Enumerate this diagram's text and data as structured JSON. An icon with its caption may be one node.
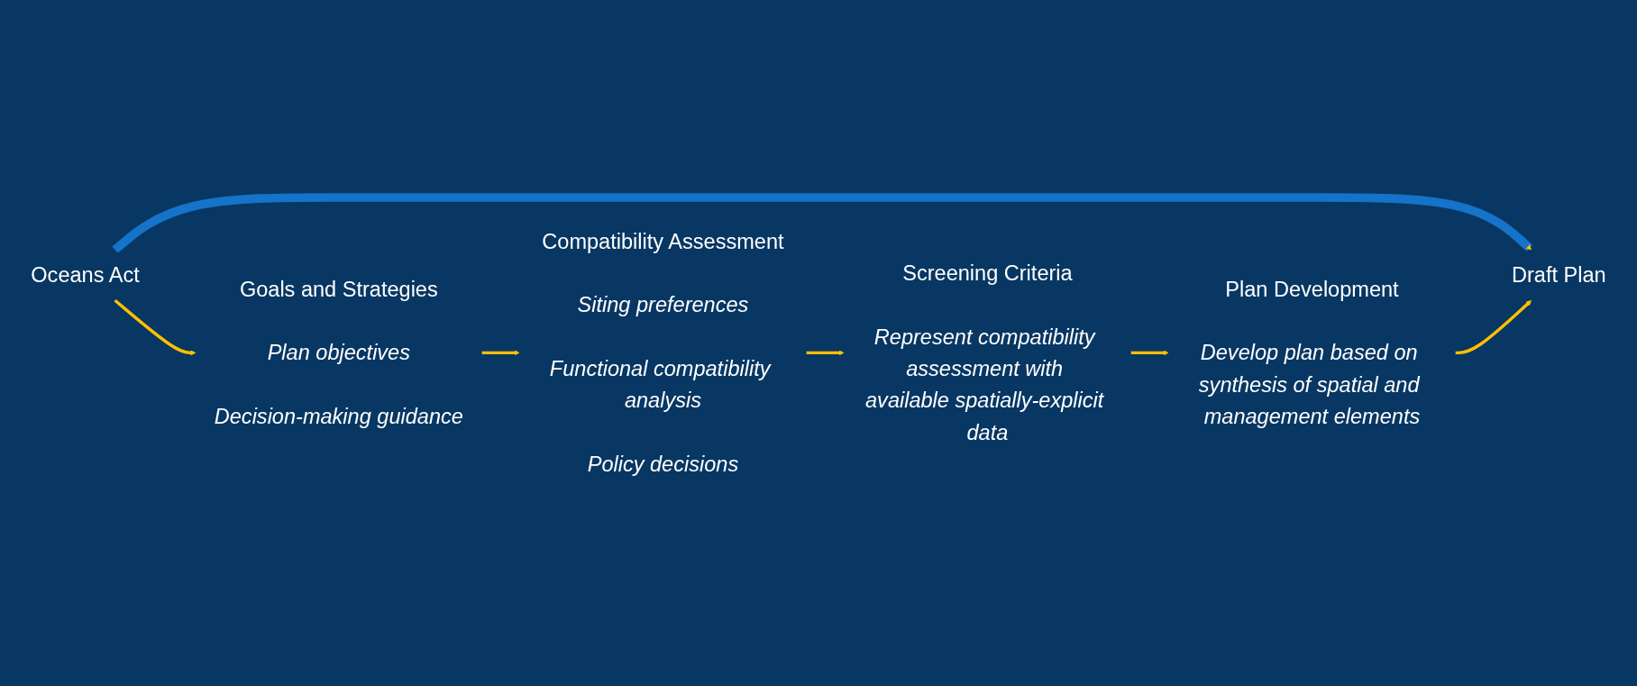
{
  "diagram": {
    "nodes": [
      {
        "text": [
          "Oceans Act"
        ]
      },
      {
        "text": [
          "Draft Plan"
        ]
      },
      {
        "text": [
          "Goals and Strategies"
        ],
        "beside": [
          "Plan objectives",
          "Decision-making guidance"
        ]
      },
      {
        "text": [
          "Compatibility Assessment"
        ],
        "beside": [
          "Siting preferences",
          "Functional compatibility analysis",
          "Policy decisions"
        ]
      },
      {
        "text": [
          "Screening Criteria"
        ],
        "beside": [
          "Represent compatibility assessment with available spatially-explicit data"
        ]
      },
      {
        "text": [
          "Plan Development"
        ],
        "beside": [
          "Develop plan based on synthesis of spatial and management elements"
        ]
      }
    ],
    "edges": [
      {
        "from": 0,
        "to": 1,
        "arrow": "to",
        "style": "thick",
        "color": "#1573c9"
      },
      {
        "from": 0,
        "to": 2,
        "arrow": "to"
      },
      {
        "from": 2,
        "to": 3,
        "arrow": "to"
      },
      {
        "from": 3,
        "to": 4,
        "arrow": "to"
      },
      {
        "from": 4,
        "to": 5,
        "arrow": "to"
      },
      {
        "from": 5,
        "to": 1,
        "arrow": "to"
      }
    ]
  }
}
